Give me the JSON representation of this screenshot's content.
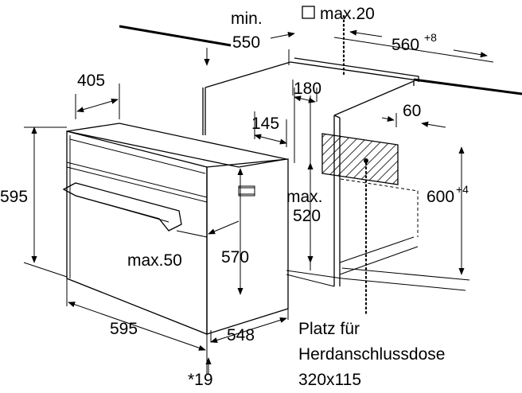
{
  "diagram": {
    "labels": {
      "min": "min.",
      "d550": "550",
      "max20": "max.20",
      "d560": "560",
      "d560_sup": "+8",
      "d405": "405",
      "d180": "180",
      "d60": "60",
      "d145": "145",
      "d595_left": "595",
      "max": "max.",
      "d520": "520",
      "d600": "600",
      "d600_sup": "+4",
      "max50": "max.50",
      "d570": "570",
      "d595_bottom": "595",
      "d548": "548",
      "star19": "*19",
      "socket_line1": "Platz für",
      "socket_line2": "Herdanschlussdose",
      "socket_line3": "320x115"
    }
  }
}
